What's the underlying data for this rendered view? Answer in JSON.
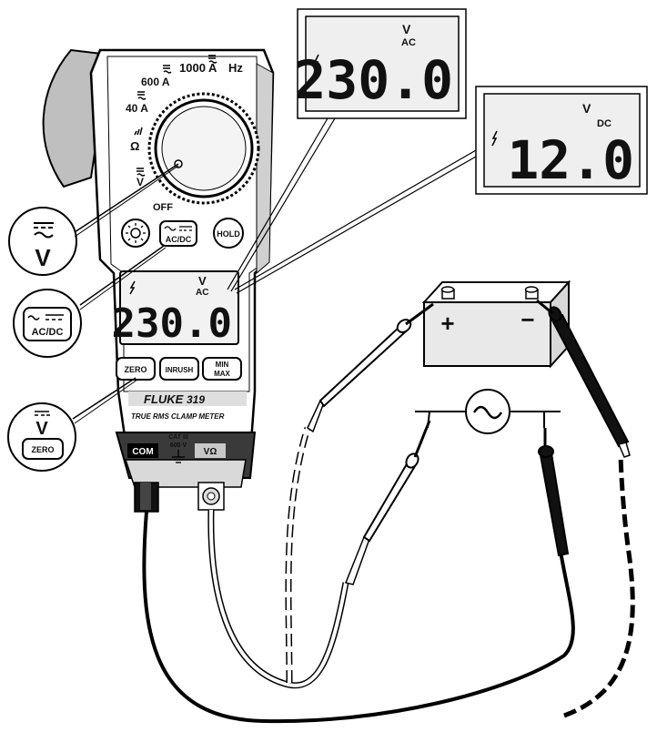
{
  "dial": {
    "pos_1000a": "1000 A",
    "pos_hz": "Hz",
    "pos_600a": "600 A",
    "pos_40a": "40 A",
    "pos_ohm": "Ω",
    "pos_v": "V",
    "pos_off": "OFF"
  },
  "buttons": {
    "acdc": "AC/DC",
    "hold": "HOLD",
    "zero": "ZERO",
    "inrush": "INRUSH",
    "min": "MIN",
    "max": "MAX"
  },
  "meter": {
    "brand": "FLUKE",
    "model": "319",
    "subtitle": "TRUE RMS CLAMP METER",
    "display_value": "230.0",
    "display_unit": "V",
    "display_mode": "AC"
  },
  "jacks": {
    "com": "COM",
    "cat": "CAT III",
    "rating": "600 V",
    "vohm": "VΩ"
  },
  "callout_ac": {
    "value": "230.0",
    "unit": "V",
    "mode": "AC"
  },
  "callout_dc": {
    "value": "12.0",
    "unit": "V",
    "mode": "DC"
  },
  "icons": {
    "v_dc": "V",
    "acdc": "AC/DC",
    "zero_v": "V",
    "zero_btn": "ZERO"
  },
  "battery": {
    "plus": "+",
    "minus": "−"
  }
}
